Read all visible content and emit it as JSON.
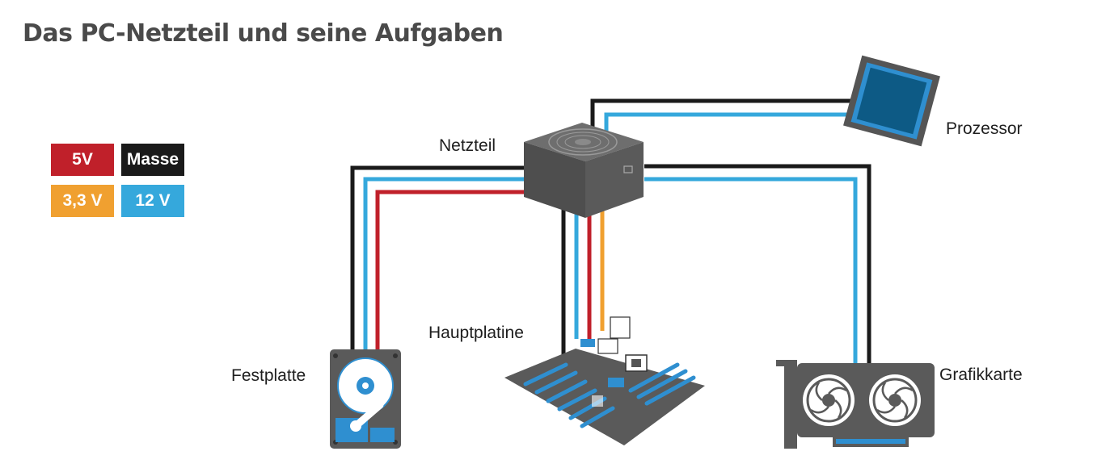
{
  "title": "Das PC-Netzteil und seine Aufgaben",
  "legend": [
    {
      "label": "5V",
      "color": "#c0202a"
    },
    {
      "label": "Masse",
      "color": "#1a1a1a"
    },
    {
      "label": "3,3 V",
      "color": "#f0a030"
    },
    {
      "label": "12 V",
      "color": "#35a8dc"
    }
  ],
  "components": {
    "netzteil": "Netzteil",
    "prozessor": "Prozessor",
    "hauptplatine": "Hauptplatine",
    "festplatte": "Festplatte",
    "grafikkarte": "Grafikkarte"
  },
  "colors": {
    "device_gray": "#5a5a5a",
    "accent_blue": "#2f8fd0",
    "cpu_blue": "#0d5a85"
  }
}
